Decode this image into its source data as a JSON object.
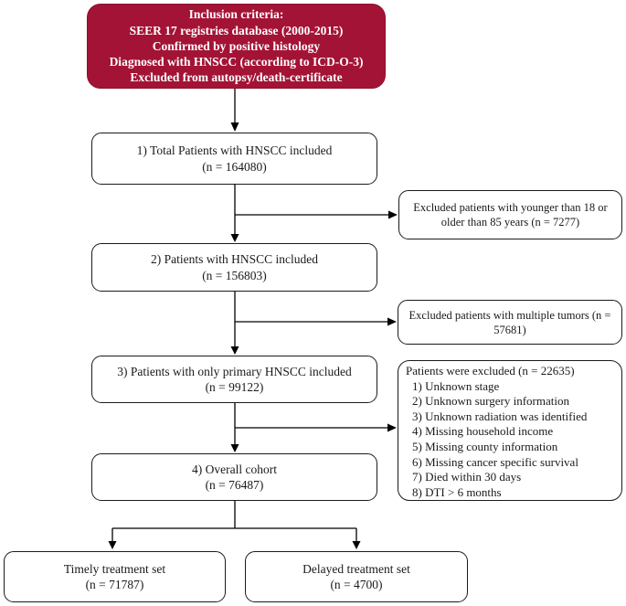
{
  "colors": {
    "accent_red": "#A31335",
    "accent_red_dark": "#8E0F2C",
    "box_border": "#1A1A1A",
    "arrow": "#000000",
    "text": "#1A1A1A",
    "inclusion_text": "#FFFFFF"
  },
  "inclusion": {
    "lines": [
      "Inclusion criteria:",
      "SEER 17 registries database (2000-2015)",
      "Confirmed by positive histology",
      "Diagnosed with HNSCC (according to ICD-O-3)",
      "Excluded from autopsy/death-certificate"
    ]
  },
  "flow": {
    "box1": {
      "title": "1) Total Patients with HNSCC included",
      "n": "(n = 164080)"
    },
    "box2": {
      "title": "2) Patients with HNSCC included",
      "n": "(n = 156803)"
    },
    "box3": {
      "title": "3) Patients with only primary HNSCC included",
      "n": "(n = 99122)"
    },
    "box4": {
      "title": "4) Overall cohort",
      "n": "(n = 76487)"
    },
    "timely": {
      "title": "Timely treatment set",
      "n": "(n = 71787)"
    },
    "delayed": {
      "title": "Delayed treatment set",
      "n": "(n = 4700)"
    }
  },
  "exclusions": {
    "excl1": {
      "line1": "Excluded patients with younger than 18 or",
      "line2": "older than 85 years (n = 7277)"
    },
    "excl2": {
      "line1": "Excluded patients with multiple tumors (n =",
      "line2": "57681)"
    },
    "excl3": {
      "header": "Patients were excluded (n = 22635)",
      "items": [
        "1) Unknown stage",
        "2) Unknown surgery information",
        "3) Unknown radiation was identified",
        "4) Missing household income",
        "5) Missing county information",
        "6) Missing cancer specific survival",
        "7) Died within 30 days",
        "8) DTI > 6 months"
      ]
    }
  }
}
